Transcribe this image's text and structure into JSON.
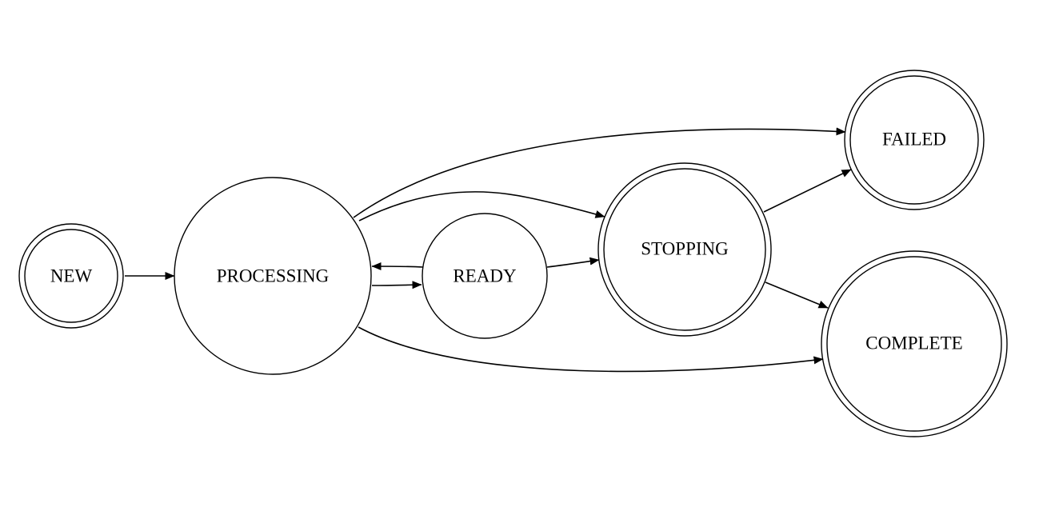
{
  "states": {
    "new": {
      "label": "NEW",
      "final": true
    },
    "processing": {
      "label": "PROCESSING",
      "final": false
    },
    "ready": {
      "label": "READY",
      "final": false
    },
    "stopping": {
      "label": "STOPPING",
      "final": true
    },
    "failed": {
      "label": "FAILED",
      "final": true
    },
    "complete": {
      "label": "COMPLETE",
      "final": true
    }
  },
  "transitions": [
    {
      "from": "NEW",
      "to": "PROCESSING"
    },
    {
      "from": "PROCESSING",
      "to": "READY"
    },
    {
      "from": "READY",
      "to": "PROCESSING"
    },
    {
      "from": "READY",
      "to": "STOPPING"
    },
    {
      "from": "PROCESSING",
      "to": "STOPPING"
    },
    {
      "from": "PROCESSING",
      "to": "FAILED"
    },
    {
      "from": "PROCESSING",
      "to": "COMPLETE"
    },
    {
      "from": "STOPPING",
      "to": "FAILED"
    },
    {
      "from": "STOPPING",
      "to": "COMPLETE"
    }
  ],
  "colors": {
    "stroke": "#000000",
    "background": "#ffffff"
  }
}
